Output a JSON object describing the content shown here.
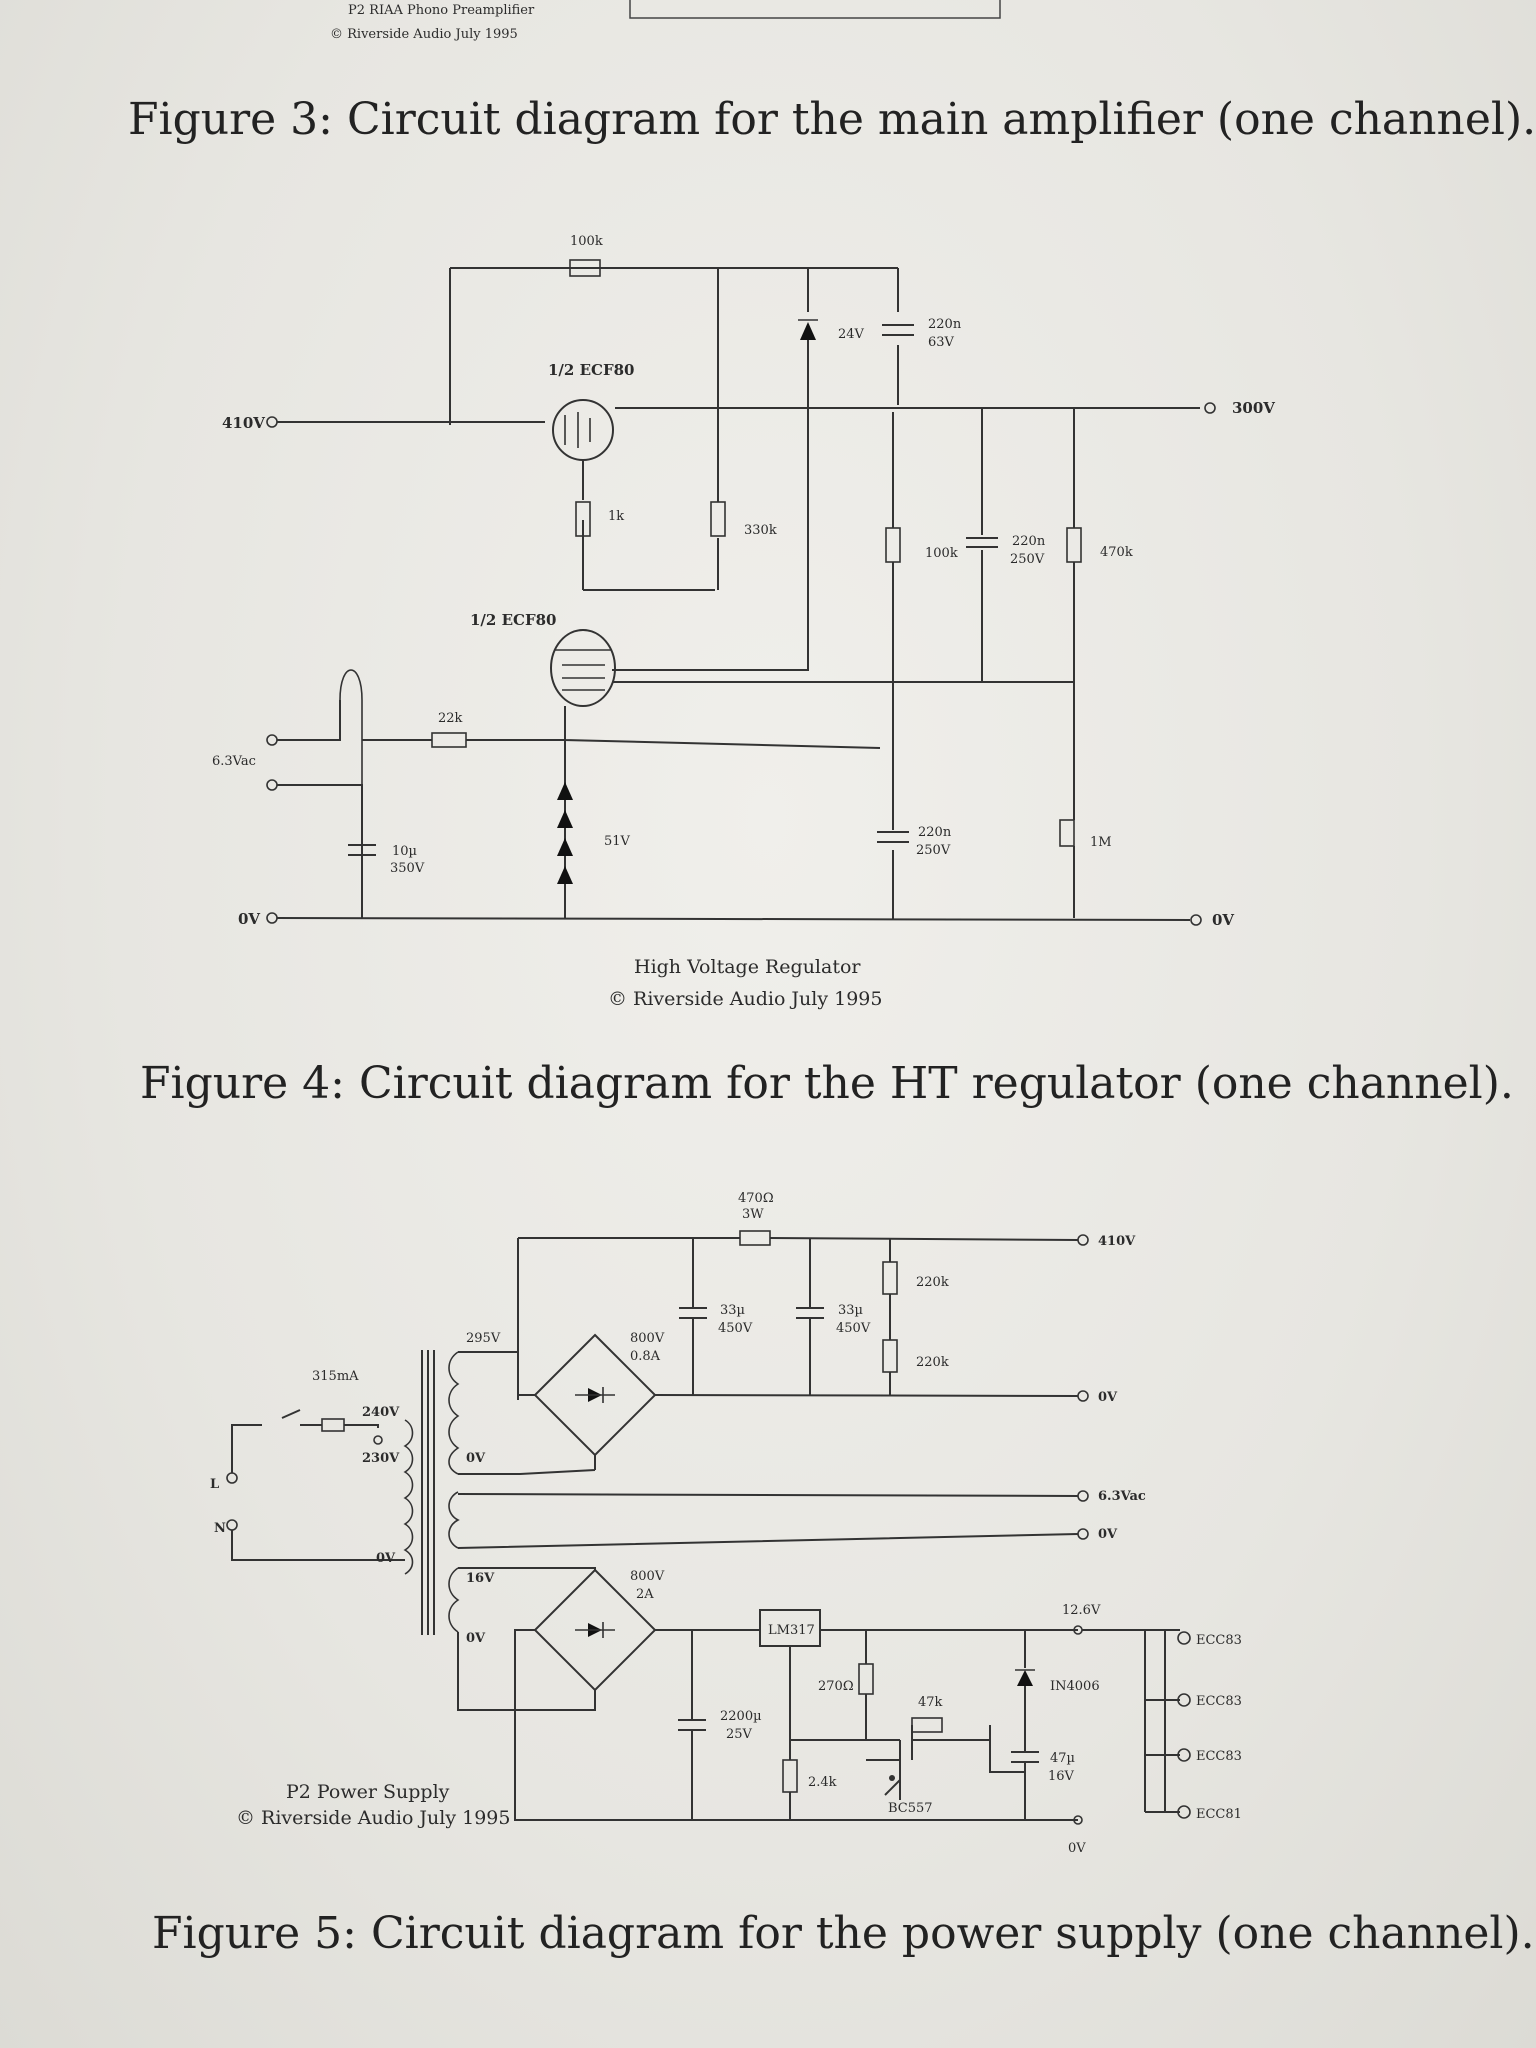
{
  "header": {
    "line1": "P2 RIAA Phono Preamplifier",
    "line2": "© Riverside Audio July 1995"
  },
  "figure3": {
    "caption": "Figure 3: Circuit diagram for the main amplifier (one channel)."
  },
  "figure4": {
    "caption": "Figure 4: Circuit diagram for the HT regulator (one channel).",
    "title": "High Voltage Regulator",
    "copyright": "© Riverside Audio July 1995",
    "labels": {
      "in_410v": "410V",
      "in_63vac": "6.3Vac",
      "in_0v": "0V",
      "out_300v": "300V",
      "out_0v": "0V",
      "r_100k_top": "100k",
      "tube_top": "1/2 ECF80",
      "tube_bottom": "1/2 ECF80",
      "r_1k": "1k",
      "r_330k": "330k",
      "zener_24v": "24V",
      "c_220n_63v_a": "220n",
      "c_220n_63v_b": "63V",
      "r_100k_mid": "100k",
      "c_220n_250v_a": "220n",
      "c_220n_250v_b": "250V",
      "r_470k": "470k",
      "r_22k": "22k",
      "c_10u_a": "10µ",
      "c_10u_b": "350V",
      "zener_51v": "51V",
      "c_220n_250v_low_a": "220n",
      "c_220n_250v_low_b": "250V",
      "r_1m": "1M"
    }
  },
  "figure5": {
    "caption": "Figure 5: Circuit diagram for the power supply (one channel).",
    "title": "P2 Power Supply",
    "copyright": "© Riverside Audio July 1995",
    "labels": {
      "r_470_a": "470Ω",
      "r_470_b": "3W",
      "out_410v": "410V",
      "r_220k_a": "220k",
      "r_220k_b": "220k",
      "c_33u_a1": "33µ",
      "c_33u_a2": "450V",
      "c_33u_b1": "33µ",
      "c_33u_b2": "450V",
      "v_295": "295V",
      "bridge1_a": "800V",
      "bridge1_b": "0.8A",
      "out_0v_a": "0V",
      "fuse": "315mA",
      "tap_240": "240V",
      "tap_230": "230V",
      "tap_0v": "0V",
      "sec_0v": "0V",
      "out_63vac": "6.3Vac",
      "out_0v_b": "0V",
      "in_l": "L",
      "in_n": "N",
      "sec_16v": "16V",
      "sec_0v_b": "0V",
      "bridge2_a": "800V",
      "bridge2_b": "2A",
      "lm317": "LM317",
      "v_126": "12.6V",
      "r_270": "270Ω",
      "r_47k": "47k",
      "diode": "IN4006",
      "c_2200_a": "2200µ",
      "c_2200_b": "25V",
      "r_24k": "2.4k",
      "transistor": "BC557",
      "c_47u_a": "47µ",
      "c_47u_b": "16V",
      "out_0v_c": "0V",
      "tube1": "ECC83",
      "tube2": "ECC83",
      "tube3": "ECC83",
      "tube4": "ECC81"
    }
  }
}
